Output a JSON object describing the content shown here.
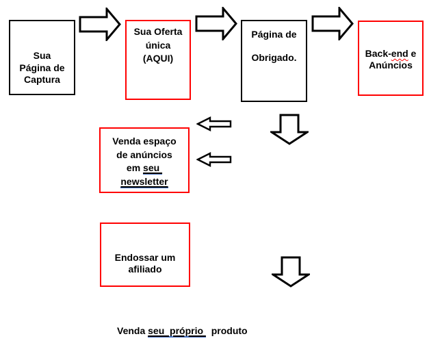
{
  "colors": {
    "red_border": "#FF0000",
    "black_border": "#000000",
    "link_underline_blue": "#4472C4",
    "spellcheck_squiggle_red": "#FF0000",
    "text": "#000000",
    "background": "#FFFFFF"
  },
  "flowchart": {
    "box_capture": {
      "line1": "Sua",
      "line2": "Página de",
      "line3": "Captura"
    },
    "box_offer": {
      "line1": "Sua Oferta",
      "line2": "única",
      "line3": "(AQUI)"
    },
    "box_thankyou": {
      "line1": "Página de",
      "line2": "Obrigado."
    },
    "box_backend": {
      "line1_pre": "Back-",
      "line1_squiggle": "end",
      "line1_post": " e",
      "line2": "Anúncios"
    },
    "box_sellads": {
      "line1": "Venda espaço",
      "line2": "de anúncios",
      "line3_pre": "em ",
      "line3_underline": "seu ",
      "line4_underline": "newsletter"
    },
    "box_endorse": {
      "line1": "Endossar um",
      "line2": "afiliado"
    },
    "caption": {
      "pre": "Venda ",
      "underline": "seu  próprio ",
      "post": "  produto"
    }
  }
}
